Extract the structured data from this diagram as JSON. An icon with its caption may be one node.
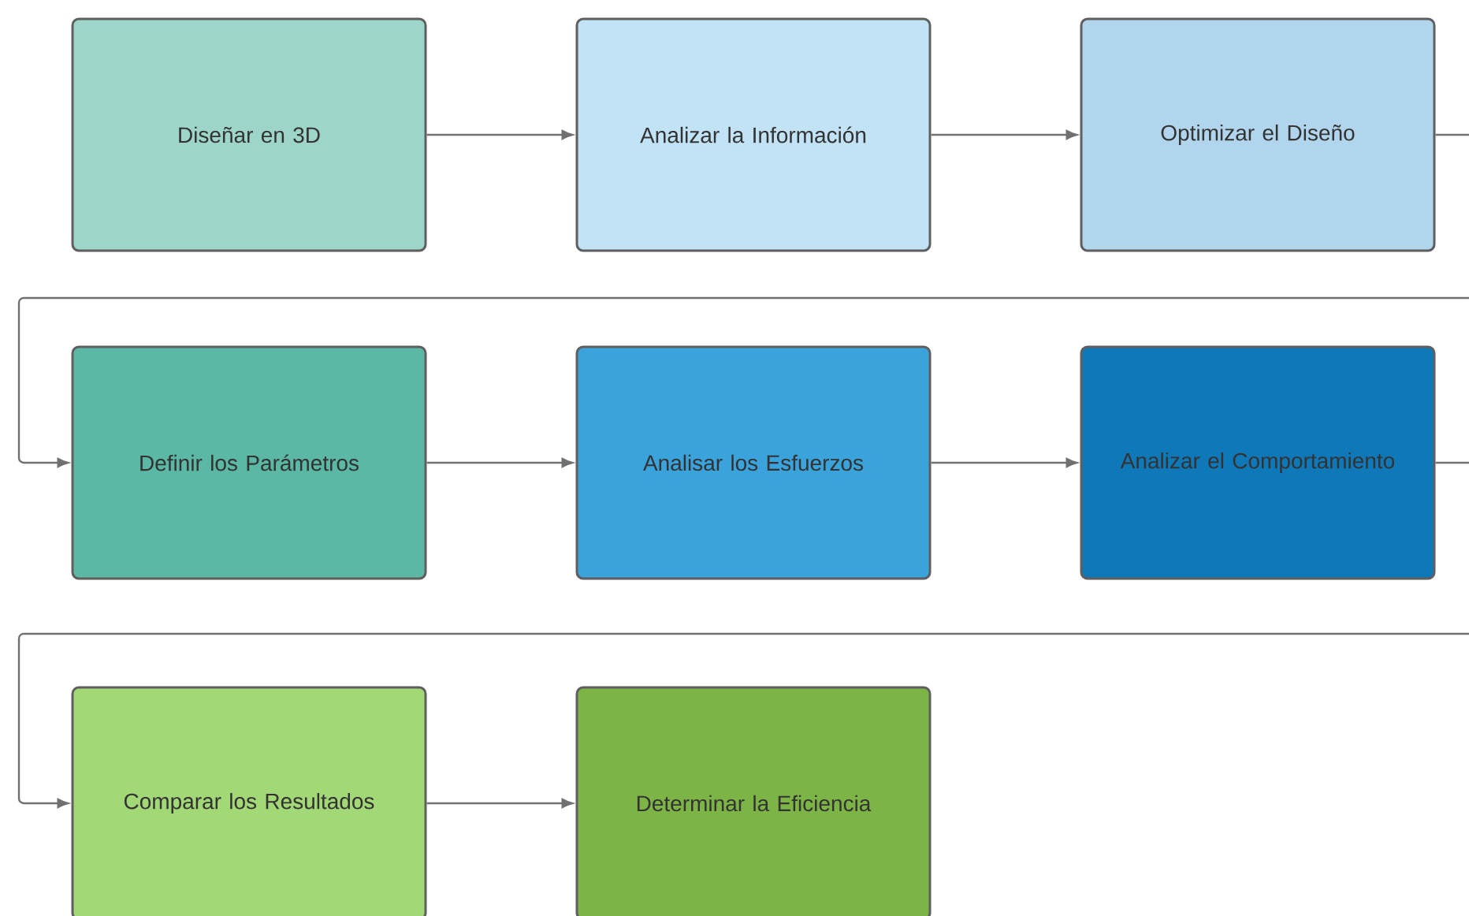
{
  "diagram": {
    "nodes": [
      {
        "text": [
          "Diseñar en 3D"
        ]
      },
      {
        "text": [
          "Analizar la Información"
        ]
      },
      {
        "text": [
          "Optimizar el Diseño"
        ]
      },
      {
        "text": [
          "Definir los Parámetros"
        ]
      },
      {
        "text": [
          "Analisar los Esfuerzos"
        ]
      },
      {
        "text": [
          "Analizar el Comportamiento"
        ]
      },
      {
        "text": [
          "Comparar los Resultados"
        ]
      },
      {
        "text": [
          "Determinar la Eficiencia"
        ]
      }
    ],
    "edges": [
      {
        "from": 0,
        "to": 1,
        "arrow": "to"
      },
      {
        "from": 1,
        "to": 2,
        "arrow": "to"
      },
      {
        "from": 2,
        "to": 3,
        "arrow": "to"
      },
      {
        "from": 3,
        "to": 4,
        "arrow": "to"
      },
      {
        "from": 4,
        "to": 5,
        "arrow": "to"
      },
      {
        "from": 5,
        "to": 6,
        "arrow": "to"
      },
      {
        "from": 6,
        "to": 7,
        "arrow": "to"
      }
    ]
  }
}
